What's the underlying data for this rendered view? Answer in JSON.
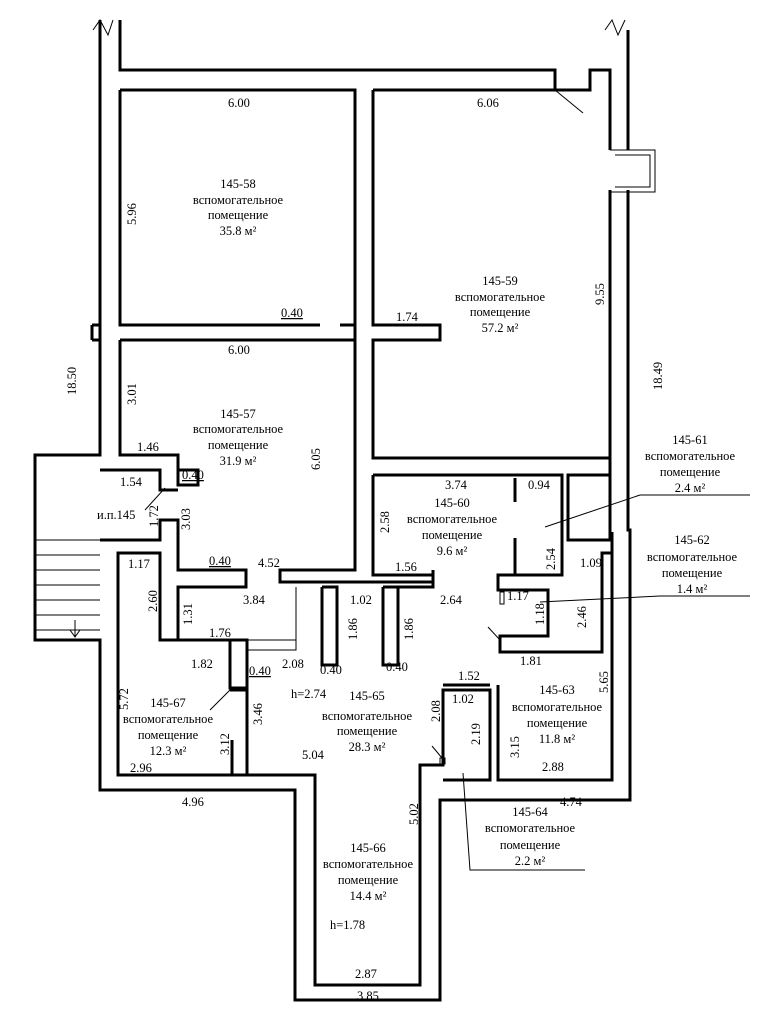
{
  "plan": {
    "rooms": [
      {
        "id": "145-58",
        "type": "вспомогательное",
        "type2": "помещение",
        "area": "35.8 м²"
      },
      {
        "id": "145-59",
        "type": "вспомогательное",
        "type2": "помещение",
        "area": "57.2 м²"
      },
      {
        "id": "145-57",
        "type": "вспомогательное",
        "type2": "помещение",
        "area": "31.9 м²"
      },
      {
        "id": "145-61",
        "type": "вспомогательное",
        "type2": "помещение",
        "area": "2.4 м²"
      },
      {
        "id": "145-60",
        "type": "вспомогательное",
        "type2": "помещение",
        "area": "9.6 м²"
      },
      {
        "id": "145-62",
        "type": "вспомогательное",
        "type2": "помещение",
        "area": "1.4 м²"
      },
      {
        "id": "145-67",
        "type": "вспомогательное",
        "type2": "помещение",
        "area": "12.3 м²"
      },
      {
        "id": "145-65",
        "type": "вспомогательное",
        "type2": "помещение",
        "area": "28.3 м²"
      },
      {
        "id": "145-63",
        "type": "вспомогательное",
        "type2": "помещение",
        "area": "11.8 м²"
      },
      {
        "id": "145-64",
        "type": "вспомогательное",
        "type2": "помещение",
        "area": "2.2 м²"
      },
      {
        "id": "145-66",
        "type": "вспомогательное",
        "type2": "помещение",
        "area": "14.4 м²"
      }
    ],
    "dims": [
      "6.00",
      "6.06",
      "5.96",
      "9.55",
      "0.40",
      "1.74",
      "6.00",
      "18.50",
      "18.49",
      "3.01",
      "1.46",
      "6.05",
      "1.54",
      "0.40",
      "и.п.145",
      "1.72",
      "3.03",
      "3.74",
      "0.94",
      "2.58",
      "2.54",
      "0.40",
      "4.52",
      "1.56",
      "1.17",
      "2.60",
      "3.84",
      "1.02",
      "2.64",
      "1.17",
      "1.09",
      "1.31",
      "1.86",
      "1.86",
      "1.18",
      "2.46",
      "1.76",
      "1.82",
      "2.08",
      "0.40",
      "0.40",
      "0.40",
      "1.81",
      "5.72",
      "1.52",
      "5.65",
      "1.02",
      "h=2.74",
      "2.08",
      "3.46",
      "2.19",
      "3.12",
      "3.15",
      "5.04",
      "2.96",
      "2.88",
      "4.96",
      "4.74",
      "5.02",
      "h=1.78",
      "2.87",
      "3.85"
    ]
  }
}
